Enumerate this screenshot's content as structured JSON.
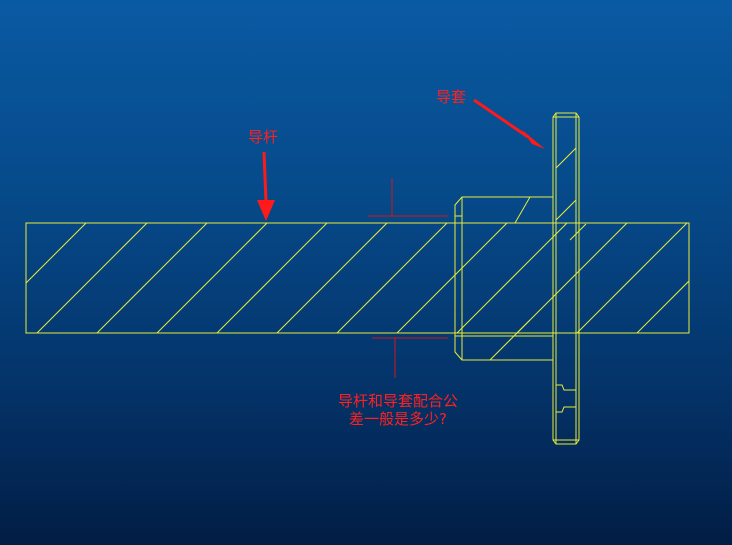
{
  "labels": {
    "guide_rod": "导杆",
    "guide_sleeve": "导套",
    "question_line1": "导杆和导套配合公",
    "question_line2": "差一般是多少?"
  },
  "colors": {
    "background_top": "#0a5aa3",
    "background_bottom": "#021d45",
    "outline": "#e8ec3a",
    "annotation": "#ff2020"
  }
}
